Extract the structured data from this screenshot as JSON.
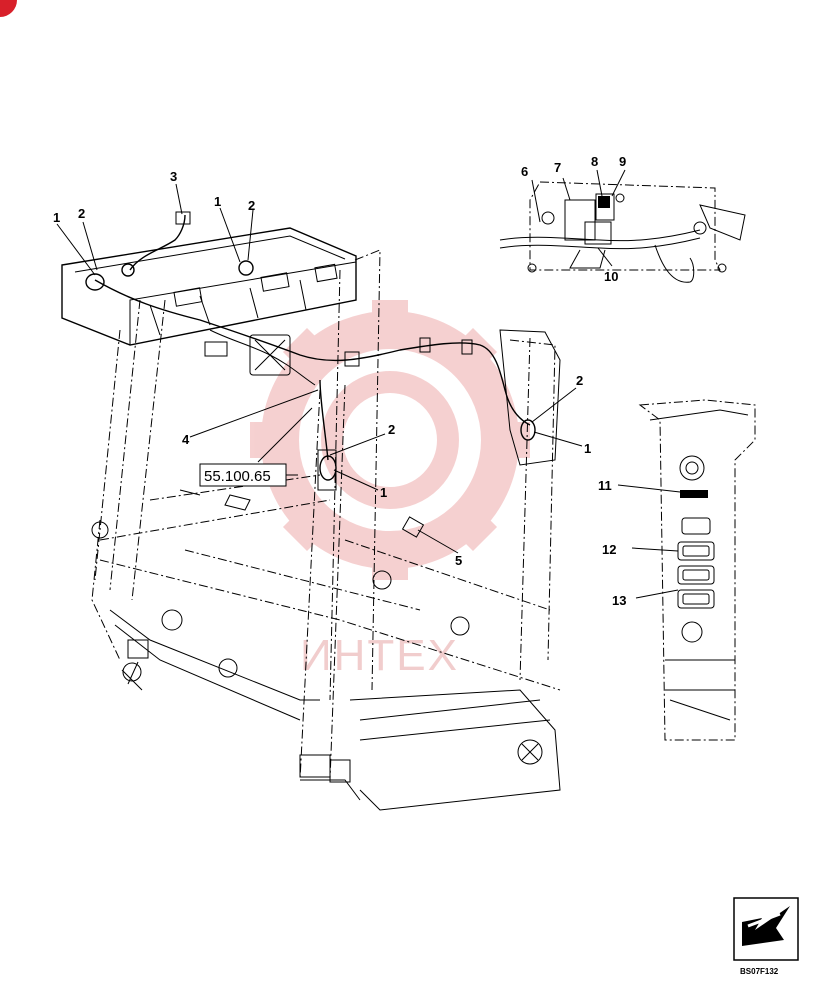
{
  "callouts": {
    "c1_top_left": "1",
    "c2_top_left": "2",
    "c3_top": "3",
    "c1_top_mid": "1",
    "c2_top_mid": "2",
    "c2_right": "2",
    "c1_right": "1",
    "c4": "4",
    "c2_center": "2",
    "c1_center": "1",
    "c5": "5",
    "c6": "6",
    "c7": "7",
    "c8": "8",
    "c9": "9",
    "c10": "10",
    "c11": "11",
    "c12": "12",
    "c13": "13"
  },
  "reference_box": "55.100.65",
  "watermark": "ИНТЕХ",
  "figure_code": "BS07F132",
  "colors": {
    "line": "#000000",
    "watermark": "#e8a0a0",
    "corner_mark": "#d8202a"
  }
}
